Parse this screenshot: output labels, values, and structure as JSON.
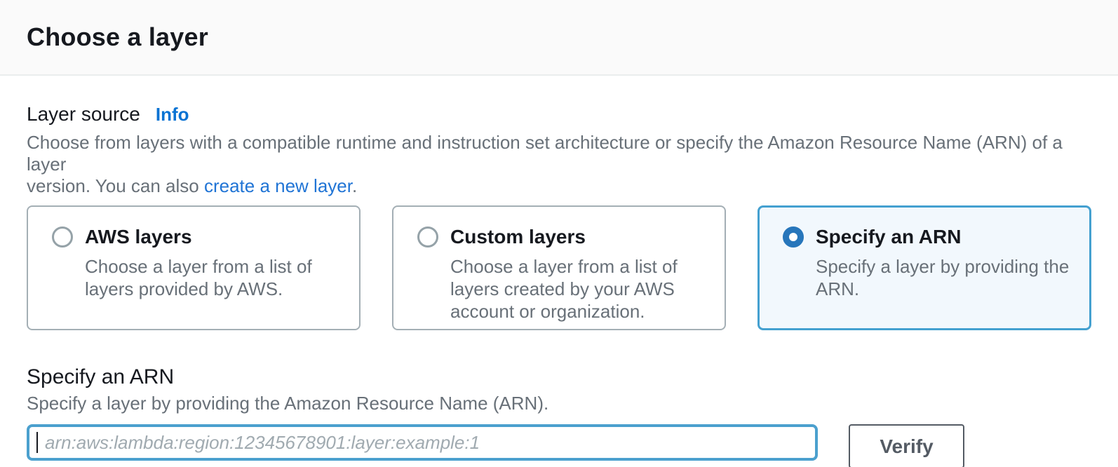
{
  "header": {
    "title": "Choose a layer"
  },
  "layer_source": {
    "label": "Layer source",
    "info_link": "Info",
    "description": {
      "line1": "Choose from layers with a compatible runtime and instruction set architecture or specify the Amazon Resource Name (ARN) of a layer",
      "line2_prefix": "version. You can also ",
      "link_text": "create a new layer",
      "suffix": "."
    },
    "options": [
      {
        "title": "AWS layers",
        "description": "Choose a layer from a list of layers provided by AWS.",
        "selected": false
      },
      {
        "title": "Custom layers",
        "description": "Choose a layer from a list of layers created by your AWS account or organization.",
        "selected": false
      },
      {
        "title": "Specify an ARN",
        "description": "Specify a layer by providing the ARN.",
        "selected": true
      }
    ]
  },
  "arn_section": {
    "title": "Specify an ARN",
    "description": "Specify a layer by providing the Amazon Resource Name (ARN).",
    "input_value": "",
    "input_placeholder": "arn:aws:lambda:region:12345678901:layer:example:1",
    "verify_button": "Verify"
  },
  "colors": {
    "link_blue": "#0972d3",
    "inline_link_blue": "#2074d5",
    "radio_checked_blue": "#2776bb",
    "selected_tile_border": "#44a0d0",
    "selected_tile_bg": "#f2f8fd",
    "input_focus_border": "#4ba0ce",
    "tile_border_gray": "#a4afb5",
    "text_dark": "#16191f",
    "text_gray": "#687078",
    "button_border_gray": "#545b64",
    "header_bg": "#fafafa",
    "divider": "#eaeded"
  }
}
